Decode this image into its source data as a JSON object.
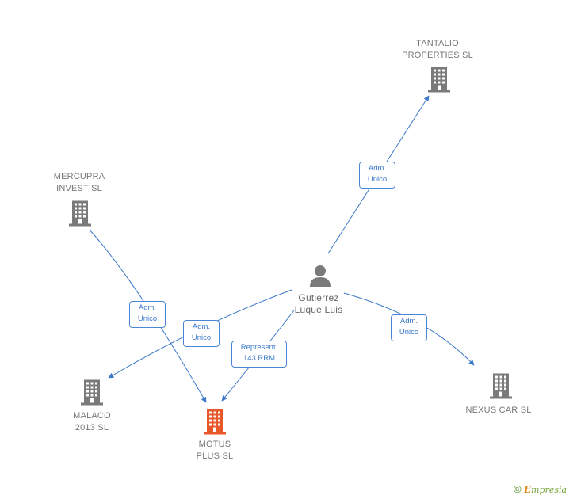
{
  "nodes": {
    "tantalio": {
      "label": "TANTALIO\nPROPERTIES  SL",
      "icon": "building-icon",
      "color": "#7a7a7a"
    },
    "mercupra": {
      "label": "MERCUPRA\nINVEST  SL",
      "icon": "building-icon",
      "color": "#7a7a7a"
    },
    "person": {
      "label": "Gutierrez\nLuque Luis",
      "icon": "person-icon",
      "color": "#7a7a7a"
    },
    "malaco": {
      "label": "MALACO\n2013  SL",
      "icon": "building-icon",
      "color": "#7a7a7a"
    },
    "motus": {
      "label": "MOTUS\nPLUS SL",
      "icon": "building-icon",
      "color": "#e8582a"
    },
    "nexus": {
      "label": "NEXUS CAR SL",
      "icon": "building-icon",
      "color": "#7a7a7a"
    }
  },
  "edges": {
    "to_tantalio": "Adm.\nUnico",
    "mercupra_to_motus": "Adm.\nUnico",
    "to_malaco": "Adm.\nUnico",
    "to_motus": "Represent.\n143 RRM",
    "to_nexus": "Adm.\nUnico"
  },
  "colors": {
    "edge": "#3b78c9",
    "accent": "#e8582a"
  },
  "footer": {
    "copyright": "©",
    "brand_initial": "E",
    "brand_rest": "mpresia"
  }
}
